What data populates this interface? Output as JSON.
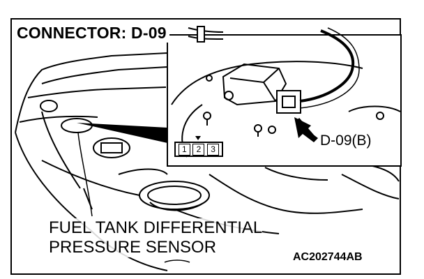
{
  "diagram": {
    "title": "CONNECTOR: D-09",
    "connector_callout": "D-09(B)",
    "sensor_label_line1": "FUEL TANK DIFFERENTIAL",
    "sensor_label_line2": "PRESSURE SENSOR",
    "figure_code": "AC202744AB",
    "pins": [
      "1",
      "2",
      "3"
    ]
  }
}
